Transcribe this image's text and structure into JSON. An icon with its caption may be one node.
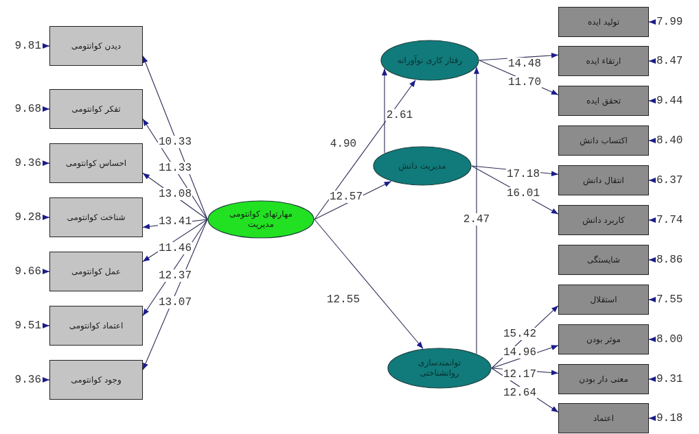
{
  "diagram": {
    "nodes": [
      {
        "text": [
          "دیدن کوانتومی"
        ]
      },
      {
        "text": [
          "تفکر کوانتومی"
        ]
      },
      {
        "text": [
          "احساس کوانتومی"
        ]
      },
      {
        "text": [
          "شناخت کوانتومی"
        ]
      },
      {
        "text": [
          "عمل کوانتومی"
        ]
      },
      {
        "text": [
          "اعتماد کوانتومی"
        ]
      },
      {
        "text": [
          "وجود کوانتومی"
        ]
      },
      {
        "text": [
          "مهارتهای کوانتومی مدیریت"
        ]
      },
      {
        "text": [
          "رفتار کاری نوآورانه"
        ]
      },
      {
        "text": [
          "مدیریت دانش"
        ]
      },
      {
        "text": [
          "توانمندسازی روانشناختی"
        ]
      },
      {
        "text": [
          "تولید ایده"
        ]
      },
      {
        "text": [
          "ارتقاء ایده"
        ]
      },
      {
        "text": [
          "تحقق ایده"
        ]
      },
      {
        "text": [
          "اکتساب دانش"
        ]
      },
      {
        "text": [
          "انتقال دانش"
        ]
      },
      {
        "text": [
          "کاربرد دانش"
        ]
      },
      {
        "text": [
          "شایستگی"
        ]
      },
      {
        "text": [
          "استقلال"
        ]
      },
      {
        "text": [
          "موثر بودن"
        ]
      },
      {
        "text": [
          "معنی دار بودن"
        ]
      },
      {
        "text": [
          "اعتماد"
        ]
      }
    ],
    "edges": [
      {
        "from": 7,
        "to": 0,
        "arrow": "to",
        "label": "10.33"
      },
      {
        "from": 7,
        "to": 1,
        "arrow": "to",
        "label": "11.33"
      },
      {
        "from": 7,
        "to": 2,
        "arrow": "to",
        "label": "13.08"
      },
      {
        "from": 7,
        "to": 3,
        "arrow": "to",
        "label": "13.41"
      },
      {
        "from": 7,
        "to": 4,
        "arrow": "to",
        "label": "11.46"
      },
      {
        "from": 7,
        "to": 5,
        "arrow": "to",
        "label": "12.37"
      },
      {
        "from": 7,
        "to": 6,
        "arrow": "to",
        "label": "13.07"
      },
      {
        "from": 7,
        "to": 8,
        "arrow": "to",
        "label": "4.90"
      },
      {
        "from": 7,
        "to": 9,
        "arrow": "to",
        "label": "12.57"
      },
      {
        "from": 7,
        "to": 10,
        "arrow": "to",
        "label": "12.55"
      },
      {
        "from": 9,
        "to": 8,
        "arrow": "to",
        "label": "2.61"
      },
      {
        "from": 10,
        "to": 8,
        "arrow": "to",
        "label": "2.47"
      },
      {
        "from": 8,
        "to": 12,
        "arrow": "to",
        "label": "14.48"
      },
      {
        "from": 8,
        "to": 13,
        "arrow": "to",
        "label": "11.70"
      },
      {
        "from": 9,
        "to": 15,
        "arrow": "to",
        "label": "17.18"
      },
      {
        "from": 9,
        "to": 16,
        "arrow": "to",
        "label": "16.01"
      },
      {
        "from": 10,
        "to": 18,
        "arrow": "to",
        "label": "15.42"
      },
      {
        "from": 10,
        "to": 19,
        "arrow": "to",
        "label": "14.96"
      },
      {
        "from": 10,
        "to": 20,
        "arrow": "to",
        "label": "12.17"
      },
      {
        "from": 10,
        "to": 21,
        "arrow": "to",
        "label": "12.64"
      },
      {
        "from": null,
        "to": 0,
        "arrow": "to",
        "label": "9.81"
      },
      {
        "from": null,
        "to": 1,
        "arrow": "to",
        "label": "9.68"
      },
      {
        "from": null,
        "to": 2,
        "arrow": "to",
        "label": "9.36"
      },
      {
        "from": null,
        "to": 3,
        "arrow": "to",
        "label": "9.28"
      },
      {
        "from": null,
        "to": 4,
        "arrow": "to",
        "label": "9.66"
      },
      {
        "from": null,
        "to": 5,
        "arrow": "to",
        "label": "9.51"
      },
      {
        "from": null,
        "to": 6,
        "arrow": "to",
        "label": "9.36"
      },
      {
        "from": null,
        "to": 11,
        "arrow": "to",
        "label": "7.99"
      },
      {
        "from": null,
        "to": 12,
        "arrow": "to",
        "label": "8.47"
      },
      {
        "from": null,
        "to": 13,
        "arrow": "to",
        "label": "9.44"
      },
      {
        "from": null,
        "to": 14,
        "arrow": "to",
        "label": "8.40"
      },
      {
        "from": null,
        "to": 15,
        "arrow": "to",
        "label": "6.37"
      },
      {
        "from": null,
        "to": 16,
        "arrow": "to",
        "label": "7.74"
      },
      {
        "from": null,
        "to": 17,
        "arrow": "to",
        "label": "8.86"
      },
      {
        "from": null,
        "to": 18,
        "arrow": "to",
        "label": "7.55"
      },
      {
        "from": null,
        "to": 19,
        "arrow": "to",
        "label": "8.00"
      },
      {
        "from": null,
        "to": 20,
        "arrow": "to",
        "label": "9.31"
      },
      {
        "from": null,
        "to": 21,
        "arrow": "to",
        "label": "9.18"
      }
    ]
  }
}
